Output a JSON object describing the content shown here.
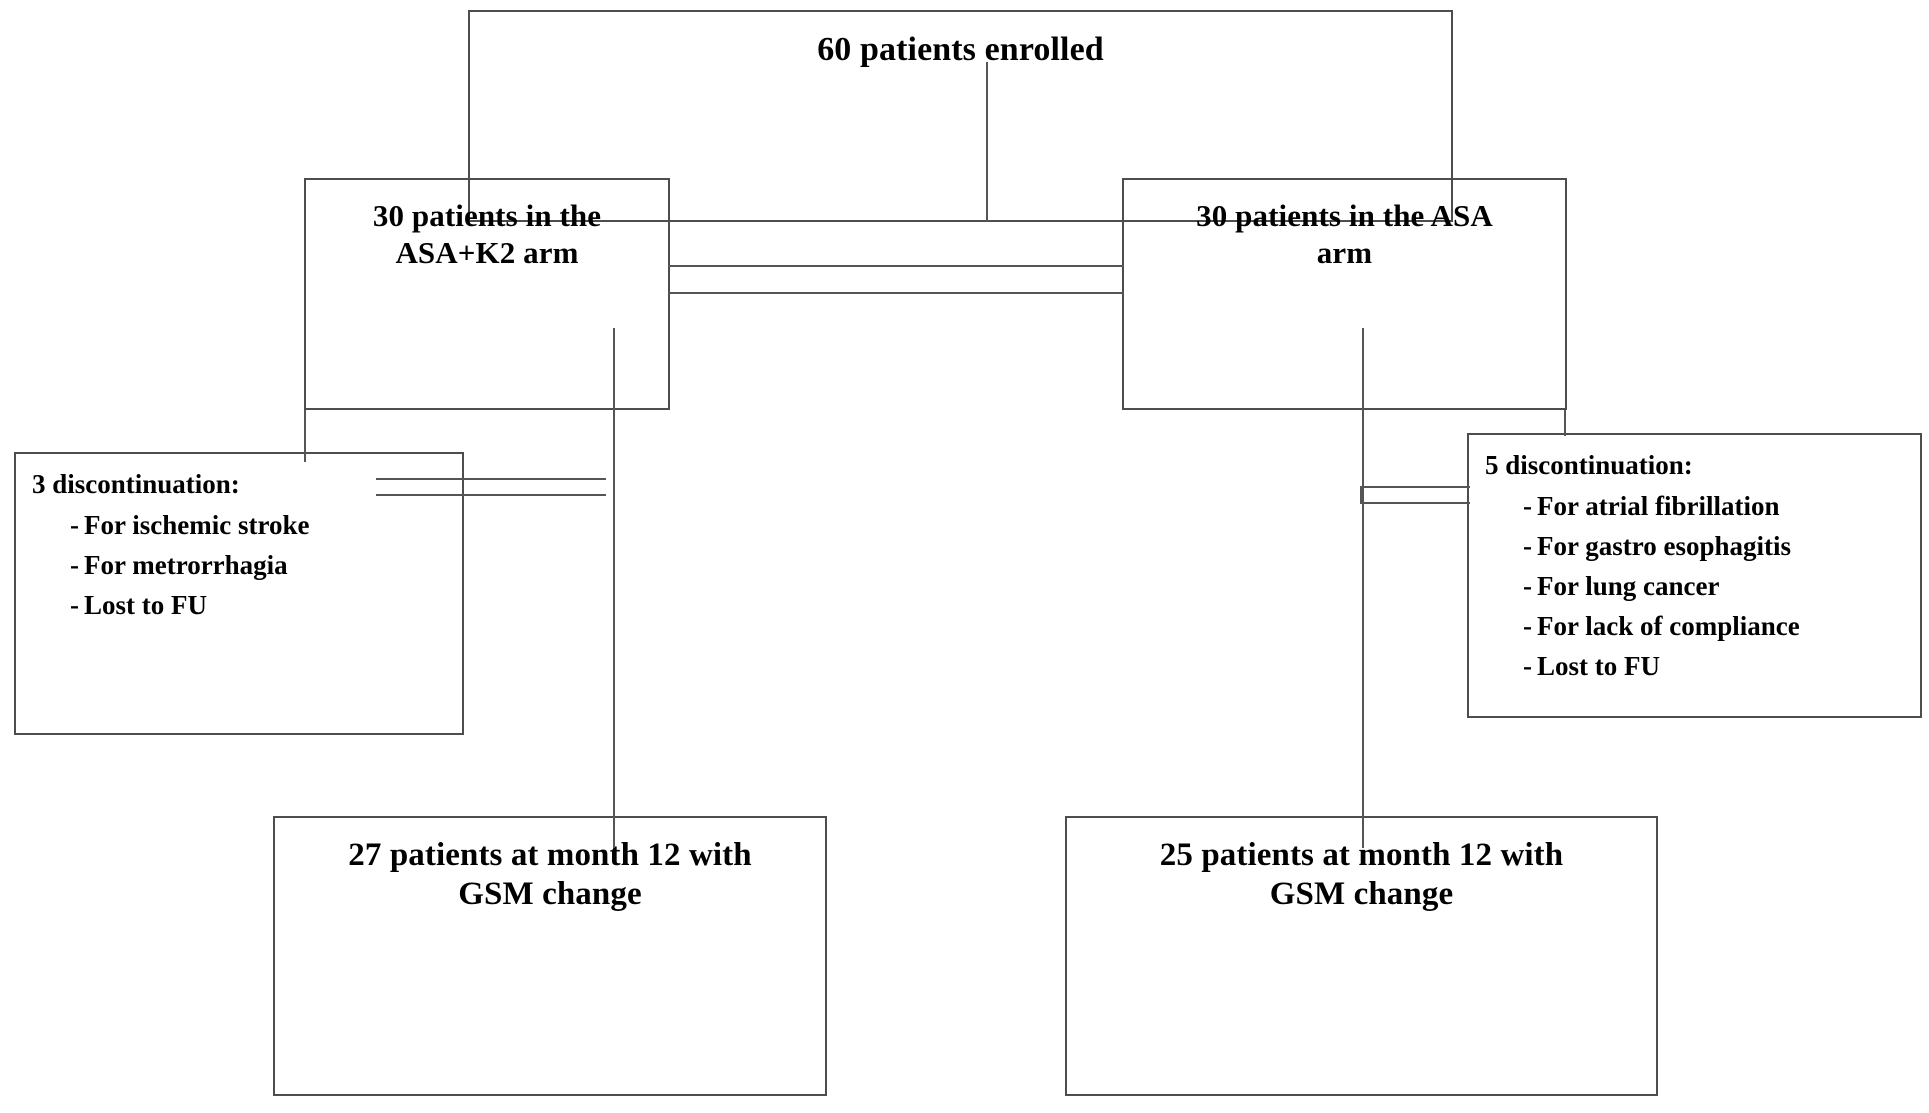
{
  "diagram": {
    "type": "consort-flow-diagram",
    "title": "Patient enrollment and follow-up flow",
    "line_color": "#555555",
    "border_color": "#4d4d4d",
    "background": "#ffffff",
    "nodes": {
      "enrolled": {
        "label": "60 patients enrolled",
        "count": 60
      },
      "arm_left": {
        "line1": "30 patients in the",
        "line2": "ASA+K2 arm",
        "count": 30,
        "arm": "ASA+K2"
      },
      "arm_right": {
        "line1": "30 patients in the ASA",
        "line2": "arm",
        "count": 30,
        "arm": "ASA"
      },
      "disc_left": {
        "heading": "3 discontinuation:",
        "count": 3,
        "reasons": [
          "For ischemic stroke",
          "For metrorrhagia",
          "Lost to FU"
        ],
        "bullet": "-"
      },
      "disc_right": {
        "heading": "5 discontinuation:",
        "count": 5,
        "reasons": [
          "For atrial fibrillation",
          "For gastro esophagitis",
          "For lung cancer",
          "For lack of compliance",
          "Lost to FU"
        ],
        "bullet": "-"
      },
      "outcome_left": {
        "line1": "27 patients at month 12 with",
        "line2": "GSM change",
        "count": 27,
        "month": 12
      },
      "outcome_right": {
        "line1": "25 patients at month 12 with",
        "line2": "GSM change",
        "count": 25,
        "month": 12
      }
    }
  }
}
